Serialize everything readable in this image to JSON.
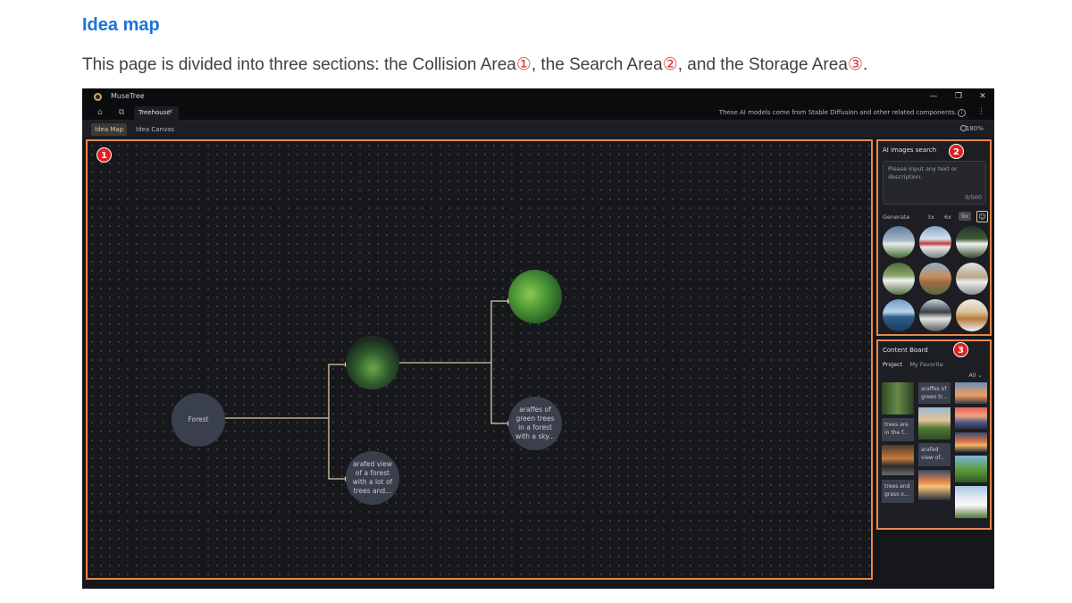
{
  "doc": {
    "heading": "Idea map",
    "intro_lead": "This page is divided into three sections: the Collision Area",
    "c1": "①",
    "mid1": ", the Search Area",
    "c2": "②",
    "mid2": ", and the Storage Area",
    "c3": "③",
    "tail": "."
  },
  "app": {
    "name": "MuseTree",
    "window": {
      "minimize": "—",
      "restore": "❐",
      "close": "✕"
    },
    "tabbar": {
      "home_icon": "⌂",
      "book_icon": "⧉",
      "tab_label": "Treehouse",
      "tab_close": "✕",
      "notice": "These AI models come from Stable Diffusion and other related components.",
      "info_icon": "i",
      "more_icon": "⋮"
    },
    "viewbar": {
      "tabs": [
        "Idea Map",
        "Idea Canvas"
      ],
      "zoom": "180%"
    },
    "badges": [
      "1",
      "2",
      "3"
    ],
    "nodes": {
      "root": "Forest",
      "forest_caption": "arafed view of a forest with a lot of trees and...",
      "canopy_caption": "araffes of green trees in a forest with a sky..."
    },
    "search": {
      "title": "AI images search",
      "placeholder": "Please input any text or description.",
      "counter": "0/500",
      "generate": "Generate",
      "multipliers": [
        "3x",
        "6x",
        "9x"
      ],
      "person_icon": "☺"
    },
    "board": {
      "title": "Content Board",
      "tabs": [
        "Project",
        "My Favorite"
      ],
      "filter": "All ⌄",
      "captions": [
        "araffes of green tr...",
        "trees are in the f...",
        "arafed view of...",
        "trees and grass o..."
      ]
    }
  },
  "colors": {
    "highlight": "#e8874a",
    "heading": "#1a73d9",
    "badge": "#e02020",
    "connector": "#e2c7a4"
  }
}
